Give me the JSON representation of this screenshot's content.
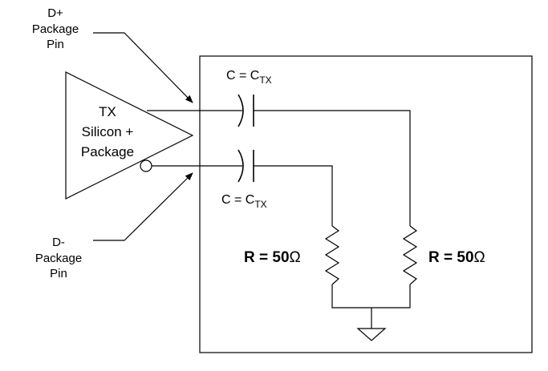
{
  "pins": {
    "d_plus": [
      "D+",
      "Package",
      "Pin"
    ],
    "d_minus": [
      "D-",
      "Package",
      "Pin"
    ]
  },
  "driver": {
    "lines": [
      "TX",
      "Silicon +",
      "Package"
    ]
  },
  "capacitors": {
    "top": {
      "prefix": "C = C",
      "sub": "TX"
    },
    "bottom": {
      "prefix": "C = C",
      "sub": "TX"
    }
  },
  "resistors": {
    "left": {
      "prefix": "R = 50",
      "unit": "Ω"
    },
    "right": {
      "prefix": "R = 50",
      "unit": "Ω"
    }
  }
}
